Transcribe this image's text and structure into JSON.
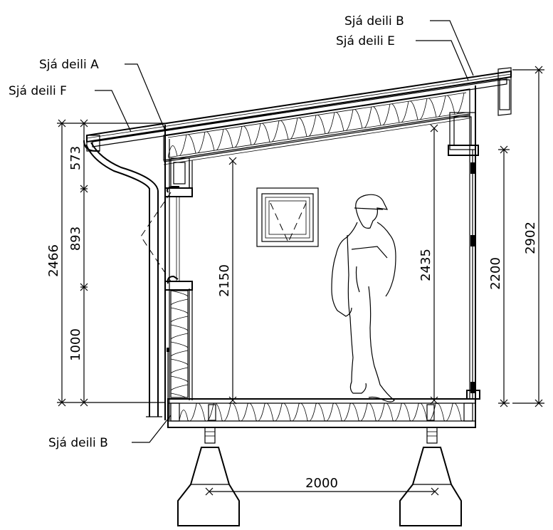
{
  "callouts": {
    "detail_b_top": "Sjá deili B",
    "detail_e": "Sjá deili E",
    "detail_a": "Sjá deili A",
    "detail_f": "Sjá deili F",
    "detail_b_bottom": "Sjá deili B"
  },
  "dimensions": {
    "window_top": "573",
    "window_opening": "893",
    "window_sill": "1000",
    "left_wall_height": "2466",
    "ceiling_low": "2150",
    "ceiling_high": "2435",
    "door_height": "2200",
    "right_wall_height": "2902",
    "foundation_spacing": "2000"
  }
}
